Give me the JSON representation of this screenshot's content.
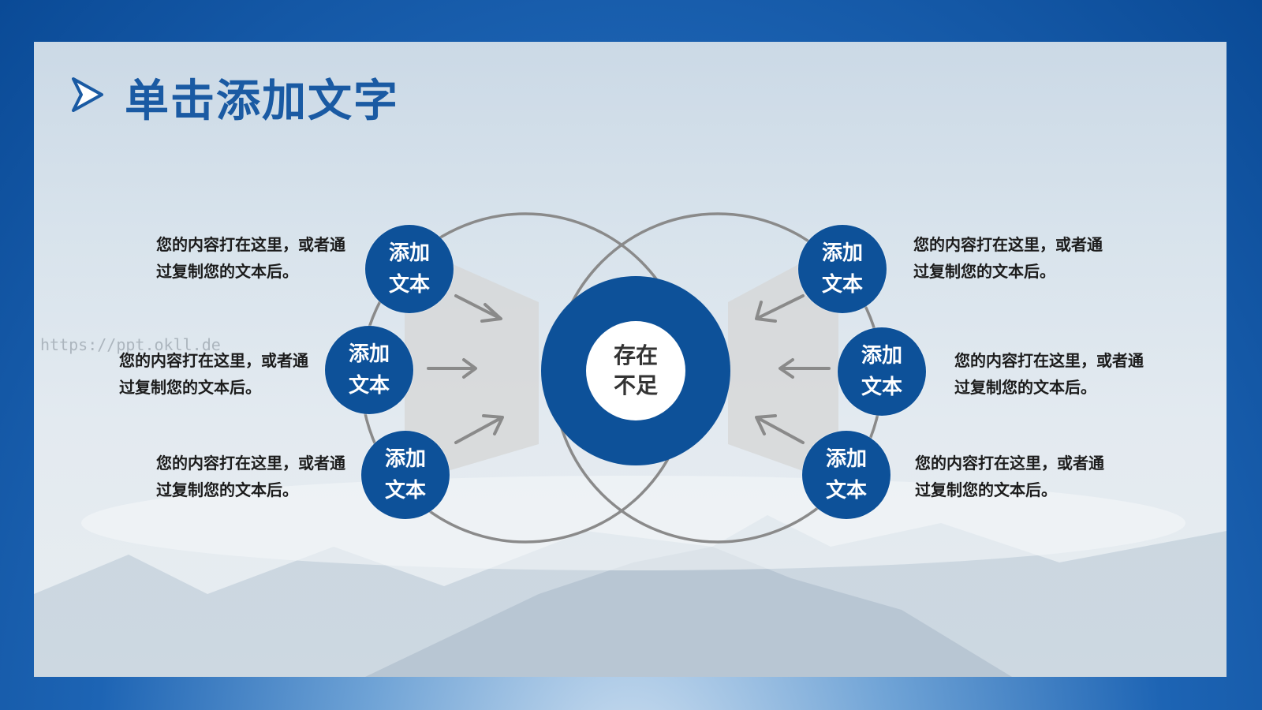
{
  "title": "单击添加文字",
  "watermark": "https://ppt.okll.de",
  "center": {
    "label": "存在不足"
  },
  "colors": {
    "primary": "#0d5199",
    "title": "#1a5aa3",
    "ring": "#8a8a8a"
  },
  "left_items": [
    {
      "node": "添加文本",
      "text": "您的内容打在这里，或者通过复制您的文本后。"
    },
    {
      "node": "添加文本",
      "text": "您的内容打在这里，或者通过复制您的文本后。"
    },
    {
      "node": "添加文本",
      "text": "您的内容打在这里，或者通过复制您的文本后。"
    }
  ],
  "right_items": [
    {
      "node": "添加文本",
      "text": "您的内容打在这里，或者通过复制您的文本后。"
    },
    {
      "node": "添加文本",
      "text": "您的内容打在这里，或者通过复制您的文本后。"
    },
    {
      "node": "添加文本",
      "text": "您的内容打在这里，或者通过复制您的文本后。"
    }
  ],
  "icons": {
    "title_icon": "arrow-icon",
    "flow": "arrow-icon"
  }
}
